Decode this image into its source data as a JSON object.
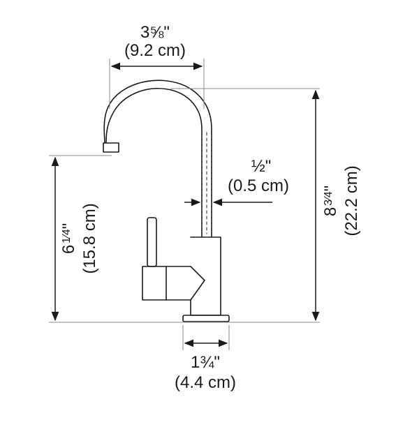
{
  "dimensions": {
    "spout_reach": {
      "imperial": "3⅝\"",
      "metric": "(9.2 cm)"
    },
    "spout_height": {
      "imperial_whole": "6",
      "imperial_frac": "1⁄4",
      "inch_mark": "\"",
      "metric": "(15.8 cm)"
    },
    "total_height": {
      "imperial_whole": "8",
      "imperial_frac": "3⁄4",
      "inch_mark": "\"",
      "metric": "(22.2 cm)"
    },
    "tube_diameter": {
      "imperial": "½\"",
      "metric": "(0.5 cm)"
    },
    "base_diameter": {
      "imperial": "1¾\"",
      "metric": "(4.4 cm)"
    }
  },
  "colors": {
    "line": "#1a1a1a",
    "guide": "#8a8a8a"
  }
}
